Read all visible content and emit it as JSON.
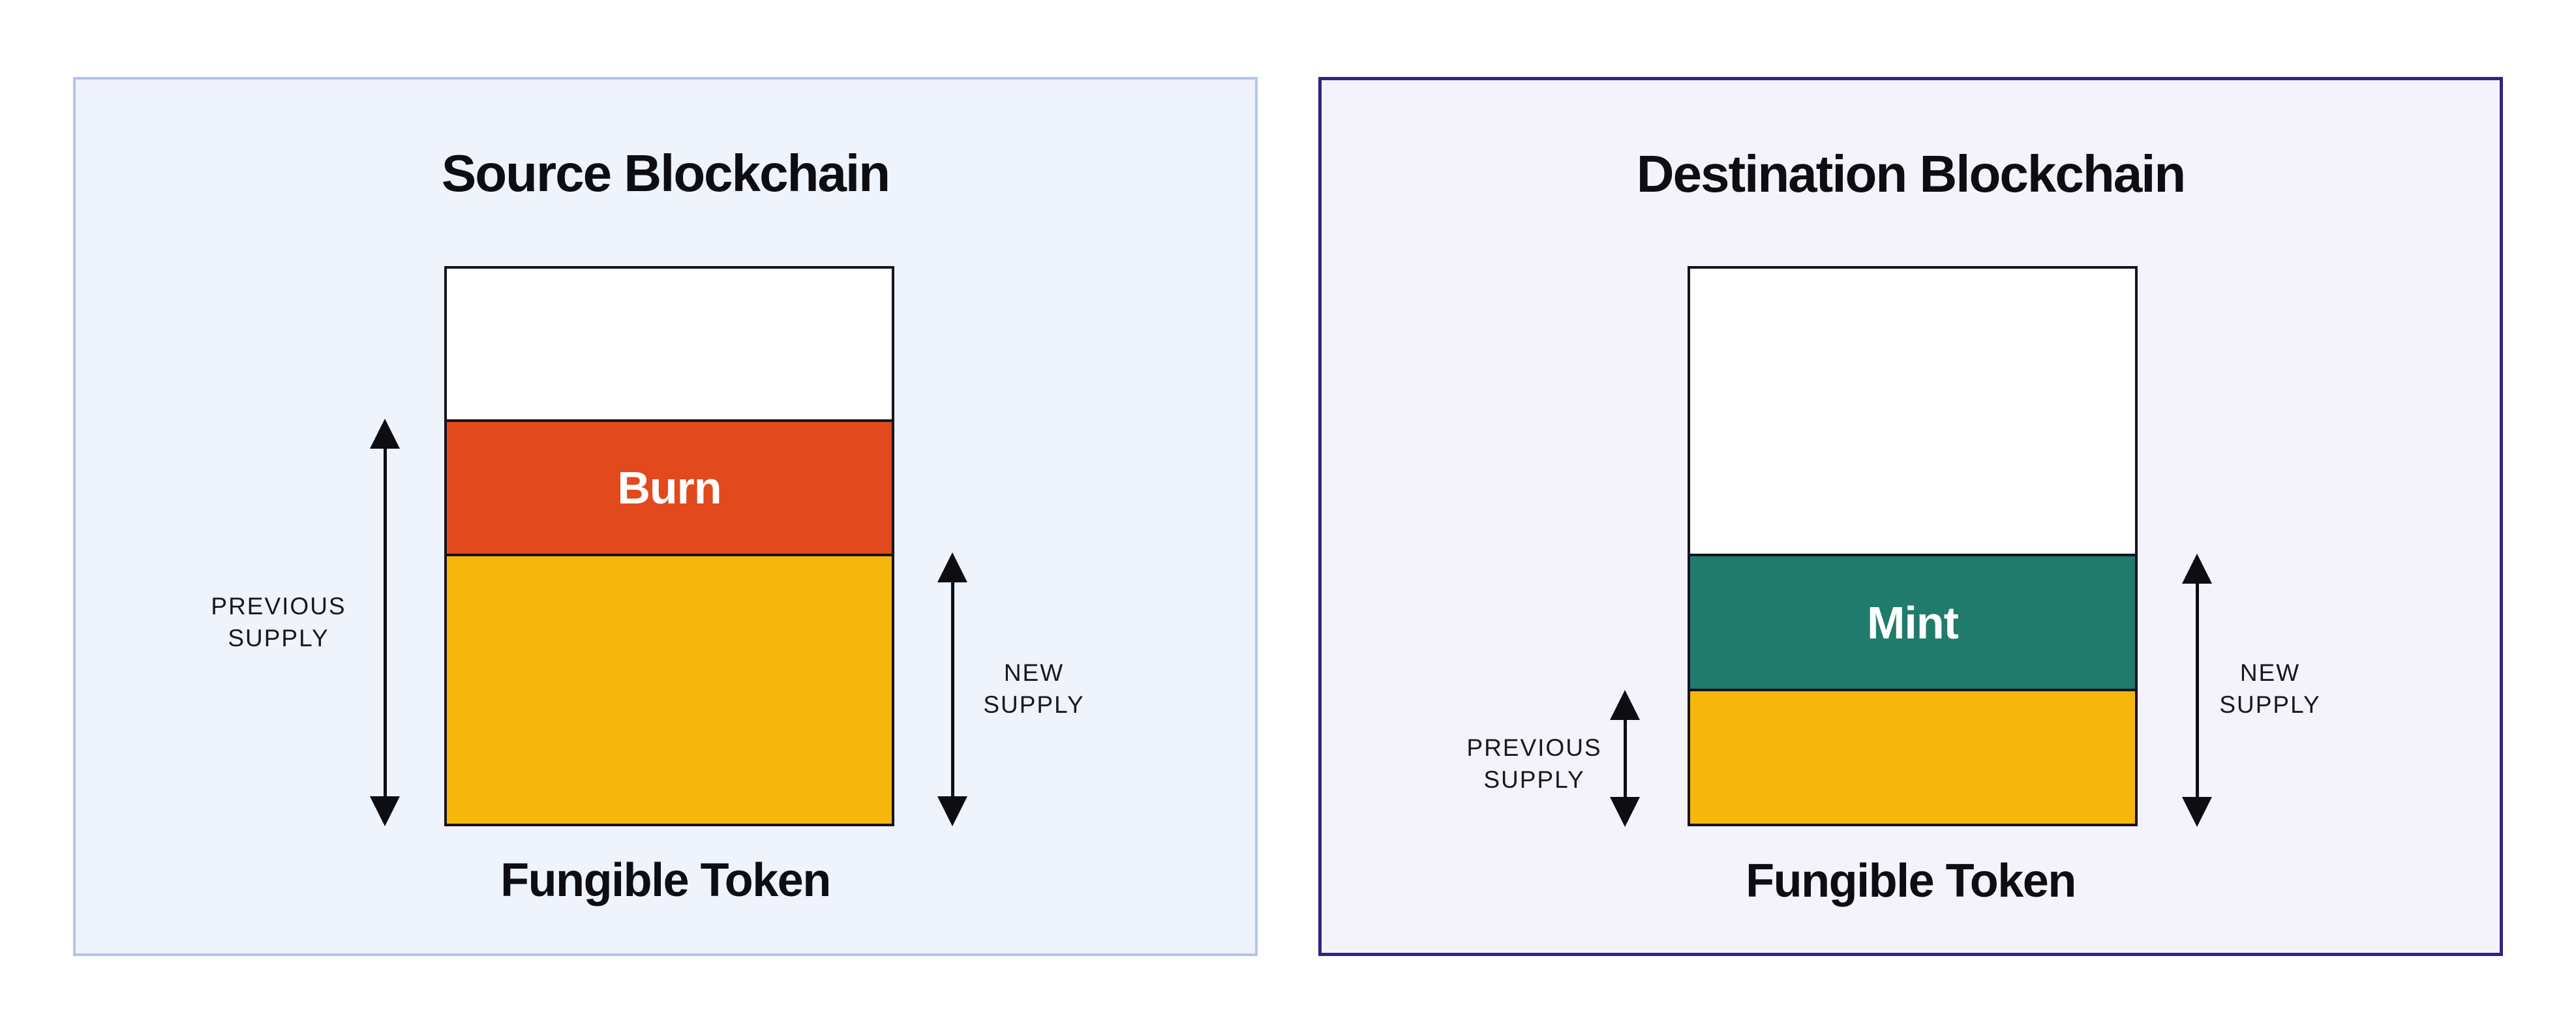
{
  "page_background": "#FFFFFF",
  "arrow_color": "#0D0D12",
  "text_colors": {
    "heading": "#0D0D12",
    "measure_label": "#17171F",
    "on_segment": "#FFFFFF"
  },
  "panels": [
    {
      "title": "Source Blockchain",
      "caption": "Fungible Token",
      "theme": {
        "background": "#EFF3FC",
        "border": "#B3C3EF"
      },
      "bar": {
        "outline": "#14141F",
        "segments": [
          {
            "name": "headroom",
            "label": "",
            "color": "#FFFFFF",
            "height_pct": 27.2
          },
          {
            "name": "burn",
            "label": "Burn",
            "color": "#E2491D",
            "height_pct": 24.1,
            "text_color": "#FFFFFF"
          },
          {
            "name": "token-supply",
            "label": "",
            "color": "#F6B60B",
            "height_pct": 48.7
          }
        ]
      },
      "measures": {
        "previous": {
          "line1": "PREVIOUS",
          "line2": "SUPPLY"
        },
        "new": {
          "line1": "NEW",
          "line2": "SUPPLY"
        }
      }
    },
    {
      "title": "Destination Blockchain",
      "caption": "Fungible Token",
      "theme": {
        "background": "#F4F2FB",
        "border": "#372183"
      },
      "bar": {
        "outline": "#14141F",
        "segments": [
          {
            "name": "headroom",
            "label": "",
            "color": "#FFFFFF",
            "height_pct": 51.4
          },
          {
            "name": "mint",
            "label": "Mint",
            "color": "#217B6C",
            "height_pct": 24.3,
            "text_color": "#FFFFFF"
          },
          {
            "name": "token-supply",
            "label": "",
            "color": "#F6B60B",
            "height_pct": 24.3
          }
        ]
      },
      "measures": {
        "previous": {
          "line1": "PREVIOUS",
          "line2": "SUPPLY"
        },
        "new": {
          "line1": "NEW",
          "line2": "SUPPLY"
        }
      }
    }
  ]
}
